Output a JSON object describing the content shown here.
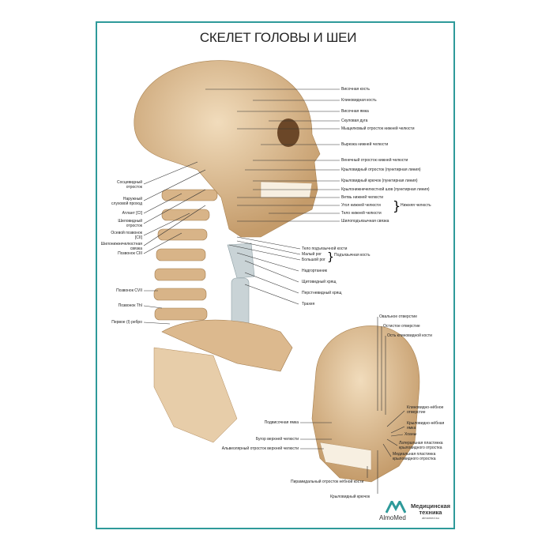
{
  "title": "СКЕЛЕТ ГОЛОВЫ И ШЕИ",
  "right_labels": [
    "Височная кость",
    "Клиновидная кость",
    "Височная ямка",
    "Скуловая дуга",
    "Мыщелковый отросток нижней челюсти",
    "Вырезка нижней челюсти",
    "Венечный отросток нижней челюсти",
    "Крыловидный отросток (пунктирная линия)",
    "Крыловидный крючок (пунктирная линия)",
    "Крылонижнечелюстной шов (пунктирная линия)",
    "Ветвь нижней челюсти",
    "Угол нижней челюсти",
    "Тело нижней челюсти",
    "Шилоподъязычная связка"
  ],
  "mandible_group": "Нижняя челюсть",
  "hyoid_labels": [
    "Тело подъязычной кости",
    "Малый рог",
    "Большой рог"
  ],
  "hyoid_group": "Подъязычная кость",
  "neck_labels": [
    "Надгортанник",
    "Щитовидный хрящ",
    "Перстневидный хрящ",
    "Трахея"
  ],
  "left_labels": [
    "Сосцевидный\nотросток",
    "Наружный\nслуховой проход",
    "Атлант [CI]",
    "Шиловидный\nотросток",
    "Осевой позвонок\n[CII]",
    "Шилонижнечелюстная\nсвязка",
    "Позвонок CIII",
    "Позвонок CVII",
    "Позвонок ThI",
    "Первое (I) ребро"
  ],
  "skull2_top": [
    "Овальное отверстие",
    "Остистое отверстие",
    "Ость клиновидной кости"
  ],
  "skull2_left": [
    "Подвисочная ямка",
    "Бугор верхней челюсти",
    "Альвеолярный отросток верхней челюсти"
  ],
  "skull2_bottom": [
    "Пирамидальный отросток нёбной кости",
    "Крыловидный крючок"
  ],
  "skull2_right": [
    "Клиновидно-нёбное\nотверстие",
    "Крыловидно-нёбная\nямка",
    "Хоаны",
    "Латеральная пластинка\nкрыловидного отростка",
    "Медиальная пластинка\nкрыловидного отростка"
  ],
  "logo": {
    "brand": "AlmoMed",
    "line1": "Медицинская",
    "line2": "техника",
    "site": "almamed.su"
  },
  "colors": {
    "frame": "#2e9a9a",
    "bone": "#e3c49b",
    "bone_dark": "#b88d5e",
    "cartilage": "#c9d3d6"
  }
}
